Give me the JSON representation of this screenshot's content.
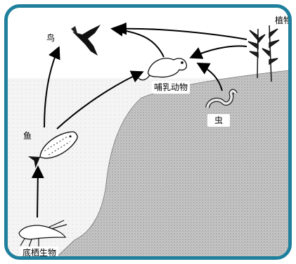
{
  "labels": {
    "bird": "鸟",
    "plants": "植物",
    "mammal": "哺乳动物",
    "insect": "虫",
    "fish": "鱼",
    "benthos": "底栖生物"
  },
  "colors": {
    "frame": "#1f7f9c",
    "land": "#b9b9b9",
    "arrow": "#000000"
  },
  "icons": [
    "bird-icon",
    "plant-icon",
    "mammal-icon",
    "worm-icon",
    "fish-icon",
    "benthos-icon"
  ]
}
